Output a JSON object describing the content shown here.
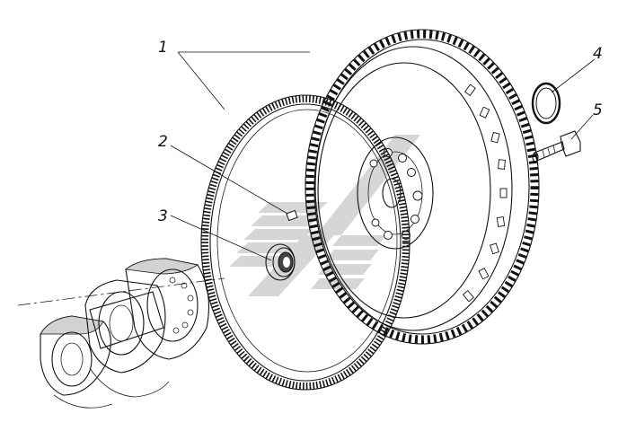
{
  "callouts": {
    "c1": "1",
    "c2": "2",
    "c3": "3",
    "c4": "4",
    "c5": "5"
  },
  "parts": [
    "flywheel-ring-gear",
    "dowel-pin",
    "bearing",
    "retaining-ring",
    "flywheel-bolt",
    "flywheel",
    "crankshaft"
  ],
  "colors": {
    "line": "#111111",
    "shade": "#d2d2d2",
    "watermark": "#cfcfcf"
  }
}
